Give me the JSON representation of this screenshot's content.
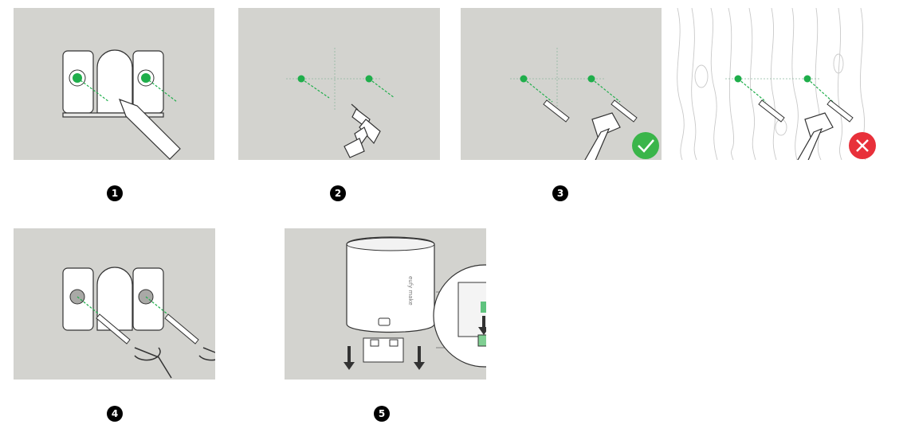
{
  "colors": {
    "panel_bg": "#d3d3cf",
    "wall_bg": "#ffffff",
    "mark_green": "#1fae4b",
    "ok_green": "#3ab54a",
    "error_red": "#e8303a",
    "line_gray": "#3a3a3a"
  },
  "steps": [
    {
      "number": "1",
      "illustration": "mark-holes-with-pen"
    },
    {
      "number": "2",
      "illustration": "drill-holes"
    },
    {
      "number": "3",
      "illustration": "insert-anchors-correct-vs-wrong"
    },
    {
      "number": "4",
      "illustration": "screw-in-with-hex-key"
    },
    {
      "number": "5",
      "illustration": "attach-device"
    }
  ],
  "device": {
    "brand_text": "eufy make"
  },
  "icons": {
    "correct": "checkmark-icon",
    "incorrect": "cross-icon",
    "pen": "pen-icon",
    "drill": "drill-icon",
    "hammer": "hammer-icon",
    "anchor": "wall-anchor-icon",
    "screw": "screw-icon",
    "hex_key": "hex-key-icon",
    "arrow": "down-arrow-icon"
  }
}
